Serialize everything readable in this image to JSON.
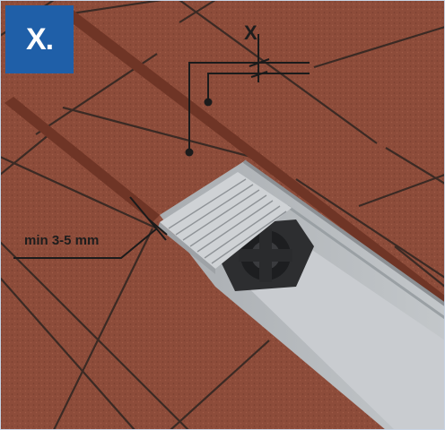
{
  "step": {
    "label": "X."
  },
  "callouts": {
    "gap_min": "min 3-5 mm",
    "gap_x": "X"
  },
  "colors": {
    "badge": "#1f5fa8",
    "tile": "#8b4a38",
    "grout": "#3a2a24",
    "channel": "#b4b8bc",
    "grate": "#e4e6e8",
    "outlet": "#2e2f31"
  }
}
